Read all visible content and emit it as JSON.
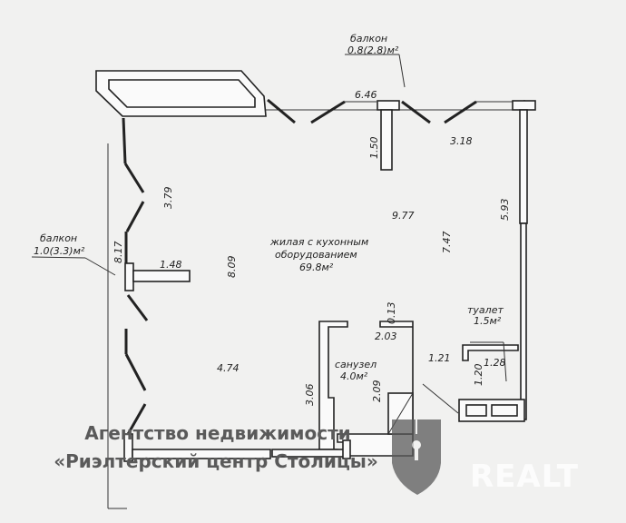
{
  "balcony_top": {
    "label": "балкон",
    "area": "0.8(2.8)м²"
  },
  "balcony_left": {
    "label": "балкон",
    "area": "1.0(3.3)м²"
  },
  "living_room": {
    "line1": "жилая с кухонным",
    "line2": "оборудованием",
    "area": "69.8м²"
  },
  "bathroom": {
    "label": "санузел",
    "area": "4.0м²"
  },
  "toilet": {
    "label": "туалет",
    "area": "1.5м²"
  },
  "dimensions": {
    "d646": "6.46",
    "d150": "1.50",
    "d318": "3.18",
    "d379": "3.79",
    "d977": "9.77",
    "d593": "5.93",
    "d747": "7.47",
    "d817": "8.17",
    "d148": "1.48",
    "d809": "8.09",
    "d013": "0.13",
    "d203": "2.03",
    "d121": "1.21",
    "d128": "1.28",
    "d474": "4.74",
    "d209": "2.09",
    "d306": "3.06",
    "d120": "1.20"
  },
  "watermark": {
    "line1": "Агентство недвижимости",
    "line2": "«Риэлтерский центр Столицы»",
    "brand": "REALT"
  }
}
